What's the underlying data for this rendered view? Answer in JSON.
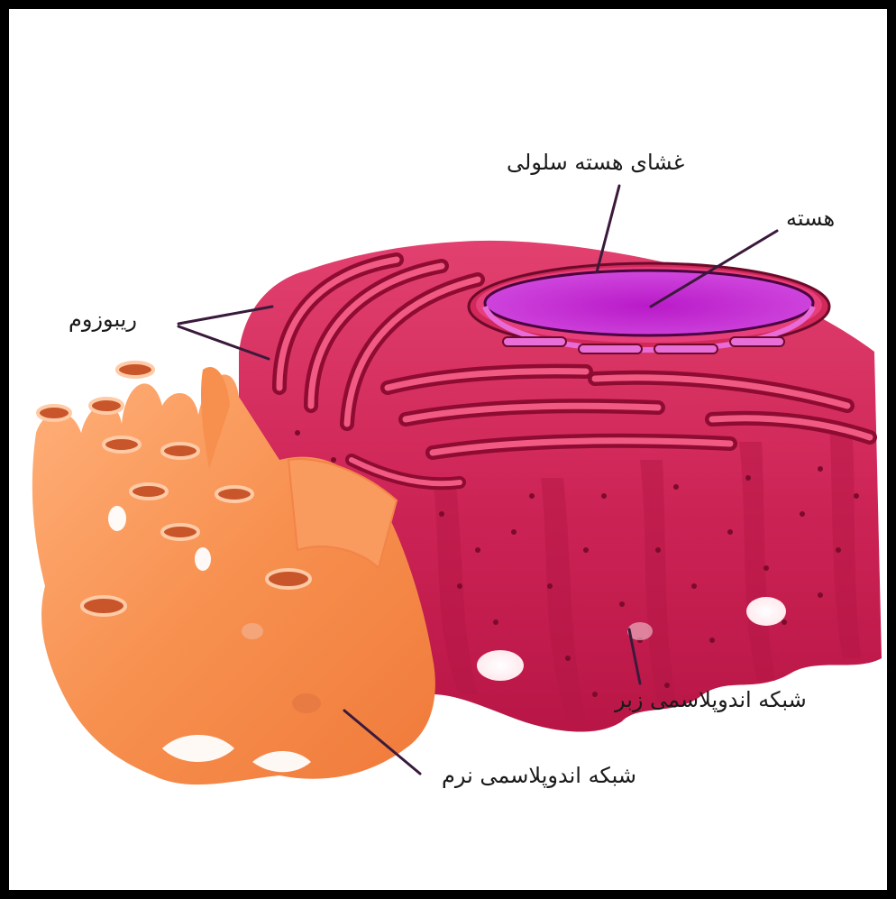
{
  "labels": {
    "nuclear_envelope": "غشای هسته سلولی",
    "nucleus": "هسته",
    "ribosome": "ریبوزوم",
    "rough_er": "شبکه اندوپلاسمی زبر",
    "smooth_er": "شبکه اندوپلاسمی نرم"
  },
  "colors": {
    "background": "#ffffff",
    "frame": "#000000",
    "nucleus": "#c21fd0",
    "rough_er": "#d2285a",
    "smooth_er": "#f58a4d"
  }
}
